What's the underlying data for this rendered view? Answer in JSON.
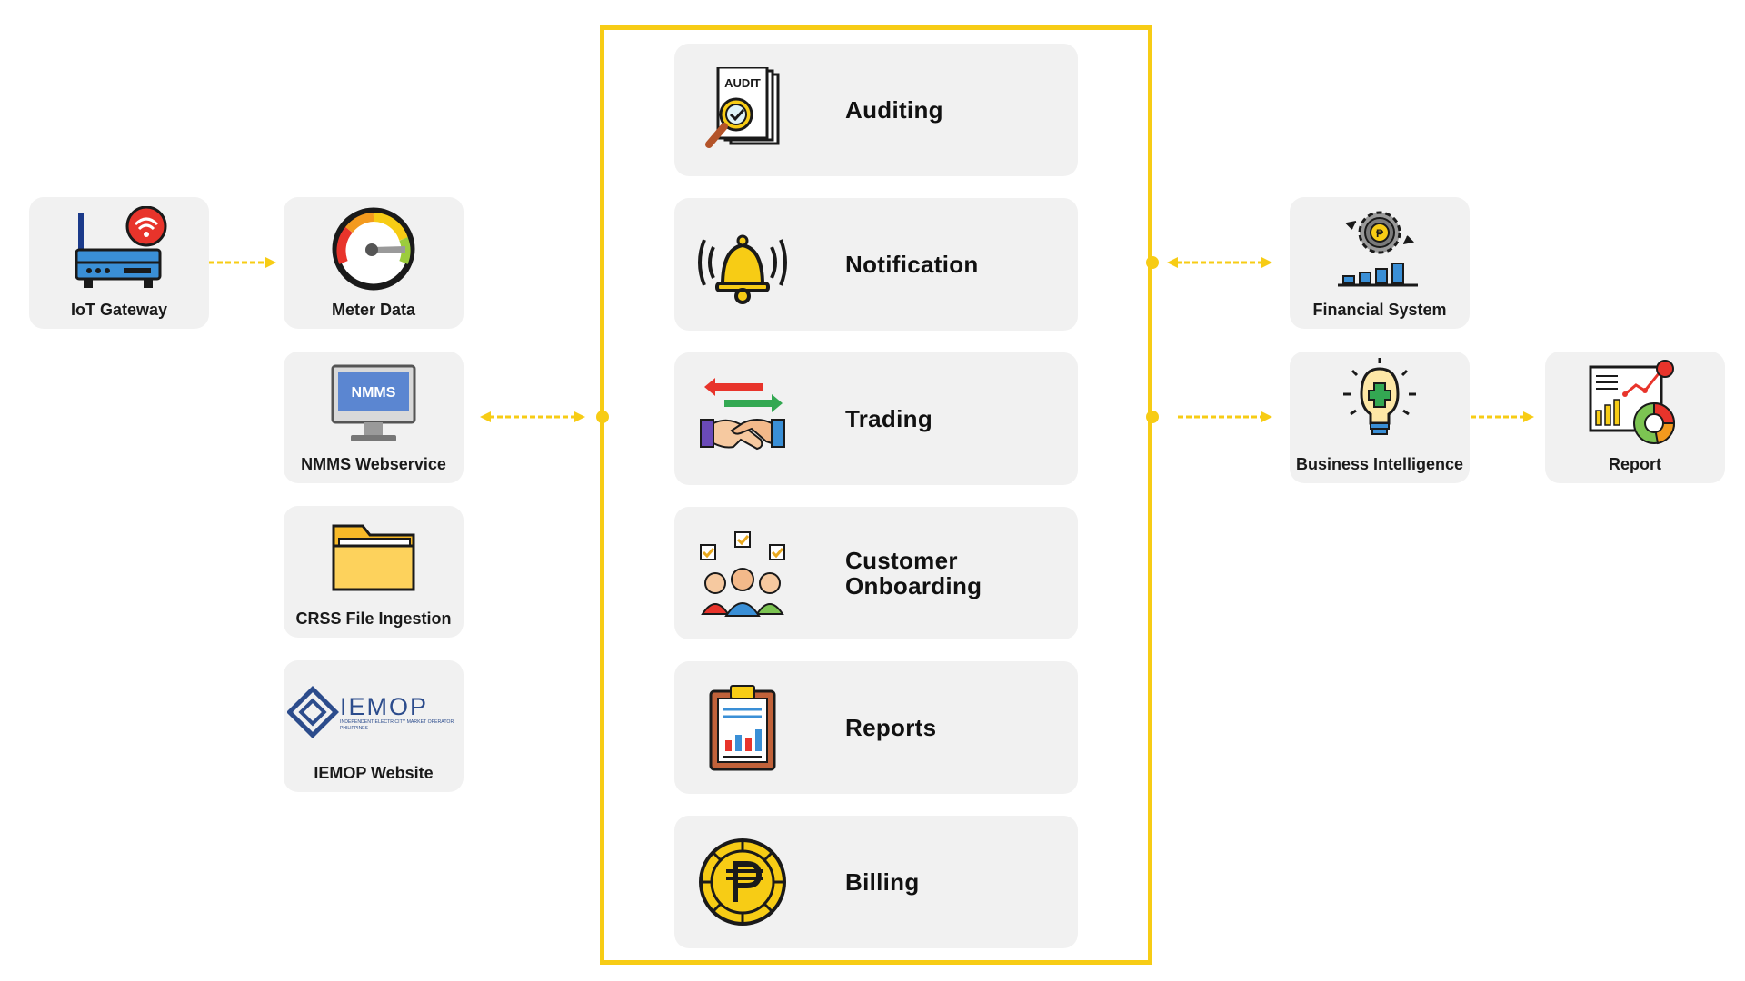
{
  "colors": {
    "accent": "#f7cc15",
    "card": "#f1f1f1",
    "text": "#111111"
  },
  "sources": {
    "iot_gateway": {
      "label": "IoT Gateway",
      "icon": "router-icon"
    },
    "meter_data": {
      "label": "Meter Data",
      "icon": "gauge-icon"
    },
    "nmms": {
      "label": "NMMS Webservice",
      "icon": "monitor-icon",
      "screen_text": "NMMS"
    },
    "crss": {
      "label": "CRSS File Ingestion",
      "icon": "folder-icon"
    },
    "iemop": {
      "label": "IEMOP Website",
      "icon": "iemop-logo",
      "logo_text": "IEMOP",
      "logo_subtext": "INDEPENDENT ELECTRICITY MARKET OPERATOR",
      "logo_subtext2": "PHILIPPINES"
    }
  },
  "modules": [
    {
      "label": "Auditing",
      "icon": "audit-icon",
      "audit_text": "AUDIT"
    },
    {
      "label": "Notification",
      "icon": "bell-icon"
    },
    {
      "label": "Trading",
      "icon": "handshake-icon"
    },
    {
      "label_line1": "Customer",
      "label_line2": "Onboarding",
      "icon": "people-checklist-icon"
    },
    {
      "label": "Reports",
      "icon": "clipboard-chart-icon"
    },
    {
      "label": "Billing",
      "icon": "peso-coin-icon"
    }
  ],
  "outputs": {
    "financial": {
      "label": "Financial System",
      "icon": "peso-gear-icon"
    },
    "bi": {
      "label": "Business Intelligence",
      "icon": "lightbulb-puzzle-icon"
    },
    "report": {
      "label": "Report",
      "icon": "dashboard-chart-icon"
    }
  }
}
